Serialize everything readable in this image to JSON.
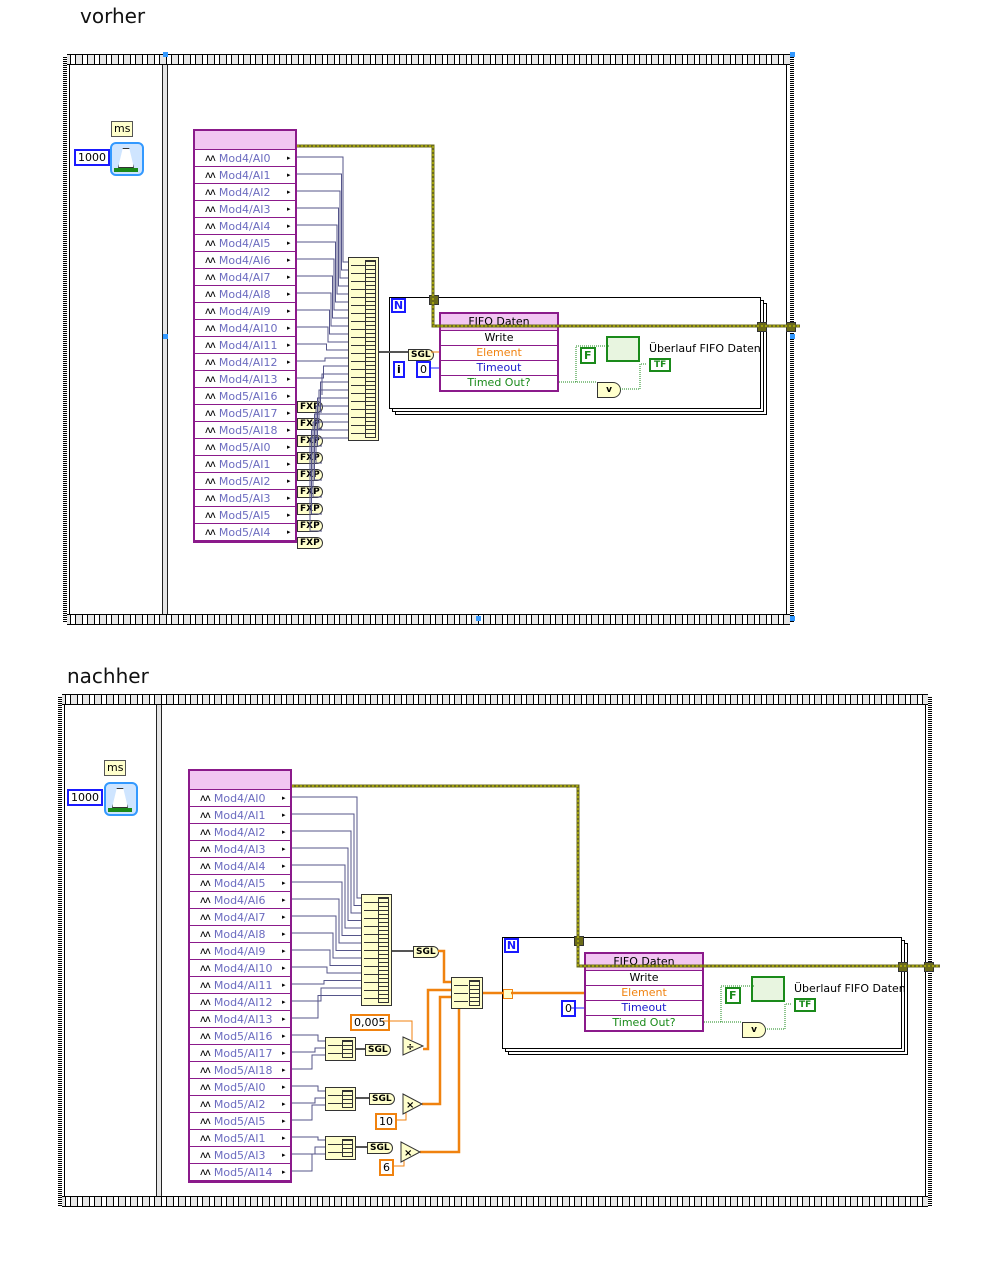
{
  "sections": [
    {
      "title": "vorher",
      "wait": {
        "units_label": "ms",
        "constant": "1000",
        "icon": "metronome-wait-icon"
      },
      "cluster_items": [
        "Mod4/AI0",
        "Mod4/AI1",
        "Mod4/AI2",
        "Mod4/AI3",
        "Mod4/AI4",
        "Mod4/AI5",
        "Mod4/AI6",
        "Mod4/AI7",
        "Mod4/AI8",
        "Mod4/AI9",
        "Mod4/AI10",
        "Mod4/AI11",
        "Mod4/AI12",
        "Mod4/AI13",
        "Mod5/AI16",
        "Mod5/AI17",
        "Mod5/AI18",
        "Mod5/AI0",
        "Mod5/AI1",
        "Mod5/AI2",
        "Mod5/AI3",
        "Mod5/AI5",
        "Mod5/AI4"
      ],
      "fxp_label": "FXP",
      "sgl_label": "SGL",
      "loop": {
        "count_label": "N",
        "iteration_label": "i",
        "timeout_constant": "0"
      },
      "fifo": {
        "name": "FIFO Daten",
        "method": "Write",
        "element": "Element",
        "timeout": "Timeout",
        "timed_out": "Timed Out?"
      },
      "feedback": {
        "false_constant": "F",
        "or_label": "v",
        "indicator_label": "Überlauf FIFO Daten",
        "indicator_type": "TF"
      }
    },
    {
      "title": "nachher",
      "wait": {
        "units_label": "ms",
        "constant": "1000",
        "icon": "metronome-wait-icon"
      },
      "cluster_items": [
        "Mod4/AI0",
        "Mod4/AI1",
        "Mod4/AI2",
        "Mod4/AI3",
        "Mod4/AI4",
        "Mod4/AI5",
        "Mod4/AI6",
        "Mod4/AI7",
        "Mod4/AI8",
        "Mod4/AI9",
        "Mod4/AI10",
        "Mod4/AI11",
        "Mod4/AI12",
        "Mod4/AI13",
        "Mod5/AI16",
        "Mod5/AI17",
        "Mod5/AI18",
        "Mod5/AI0",
        "Mod5/AI2",
        "Mod5/AI5",
        "Mod5/AI1",
        "Mod5/AI3",
        "Mod5/AI14"
      ],
      "sgl_label": "SGL",
      "math": [
        {
          "op": "÷",
          "constant": "0,005"
        },
        {
          "op": "×",
          "constant": "10"
        },
        {
          "op": "×",
          "constant": "6"
        }
      ],
      "loop": {
        "count_label": "N",
        "timeout_constant": "0"
      },
      "fifo": {
        "name": "FIFO Daten",
        "method": "Write",
        "element": "Element",
        "timeout": "Timeout",
        "timed_out": "Timed Out?"
      },
      "feedback": {
        "false_constant": "F",
        "or_label": "v",
        "indicator_label": "Überlauf FIFO Daten",
        "indicator_type": "TF"
      }
    }
  ]
}
